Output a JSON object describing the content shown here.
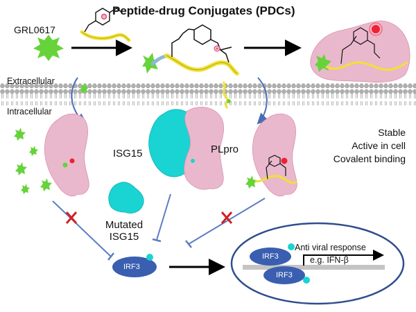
{
  "title": "Peptide-drug Conjugates (PDCs)",
  "labels": {
    "grl": "GRL0617",
    "extracellular": "Extracellular",
    "intracellular": "Intracellular",
    "isg15": "ISG15",
    "plpro": "PLpro",
    "mutated": "Mutated",
    "mutated_isg15": "ISG15",
    "irf3": "IRF3",
    "antiviral": "Anti viral response",
    "eg": "e.g. IFN-β"
  },
  "properties": [
    "Stable",
    "Active in cell",
    "Covalent binding"
  ],
  "colors": {
    "plpro": "#eab8cc",
    "isg15": "#1ad3d3",
    "drug": "#66d33a",
    "peptide": "#f0e232",
    "irf3": "#3a5fb0",
    "inhibit": "#5b7cc4",
    "block": "#d02020"
  }
}
